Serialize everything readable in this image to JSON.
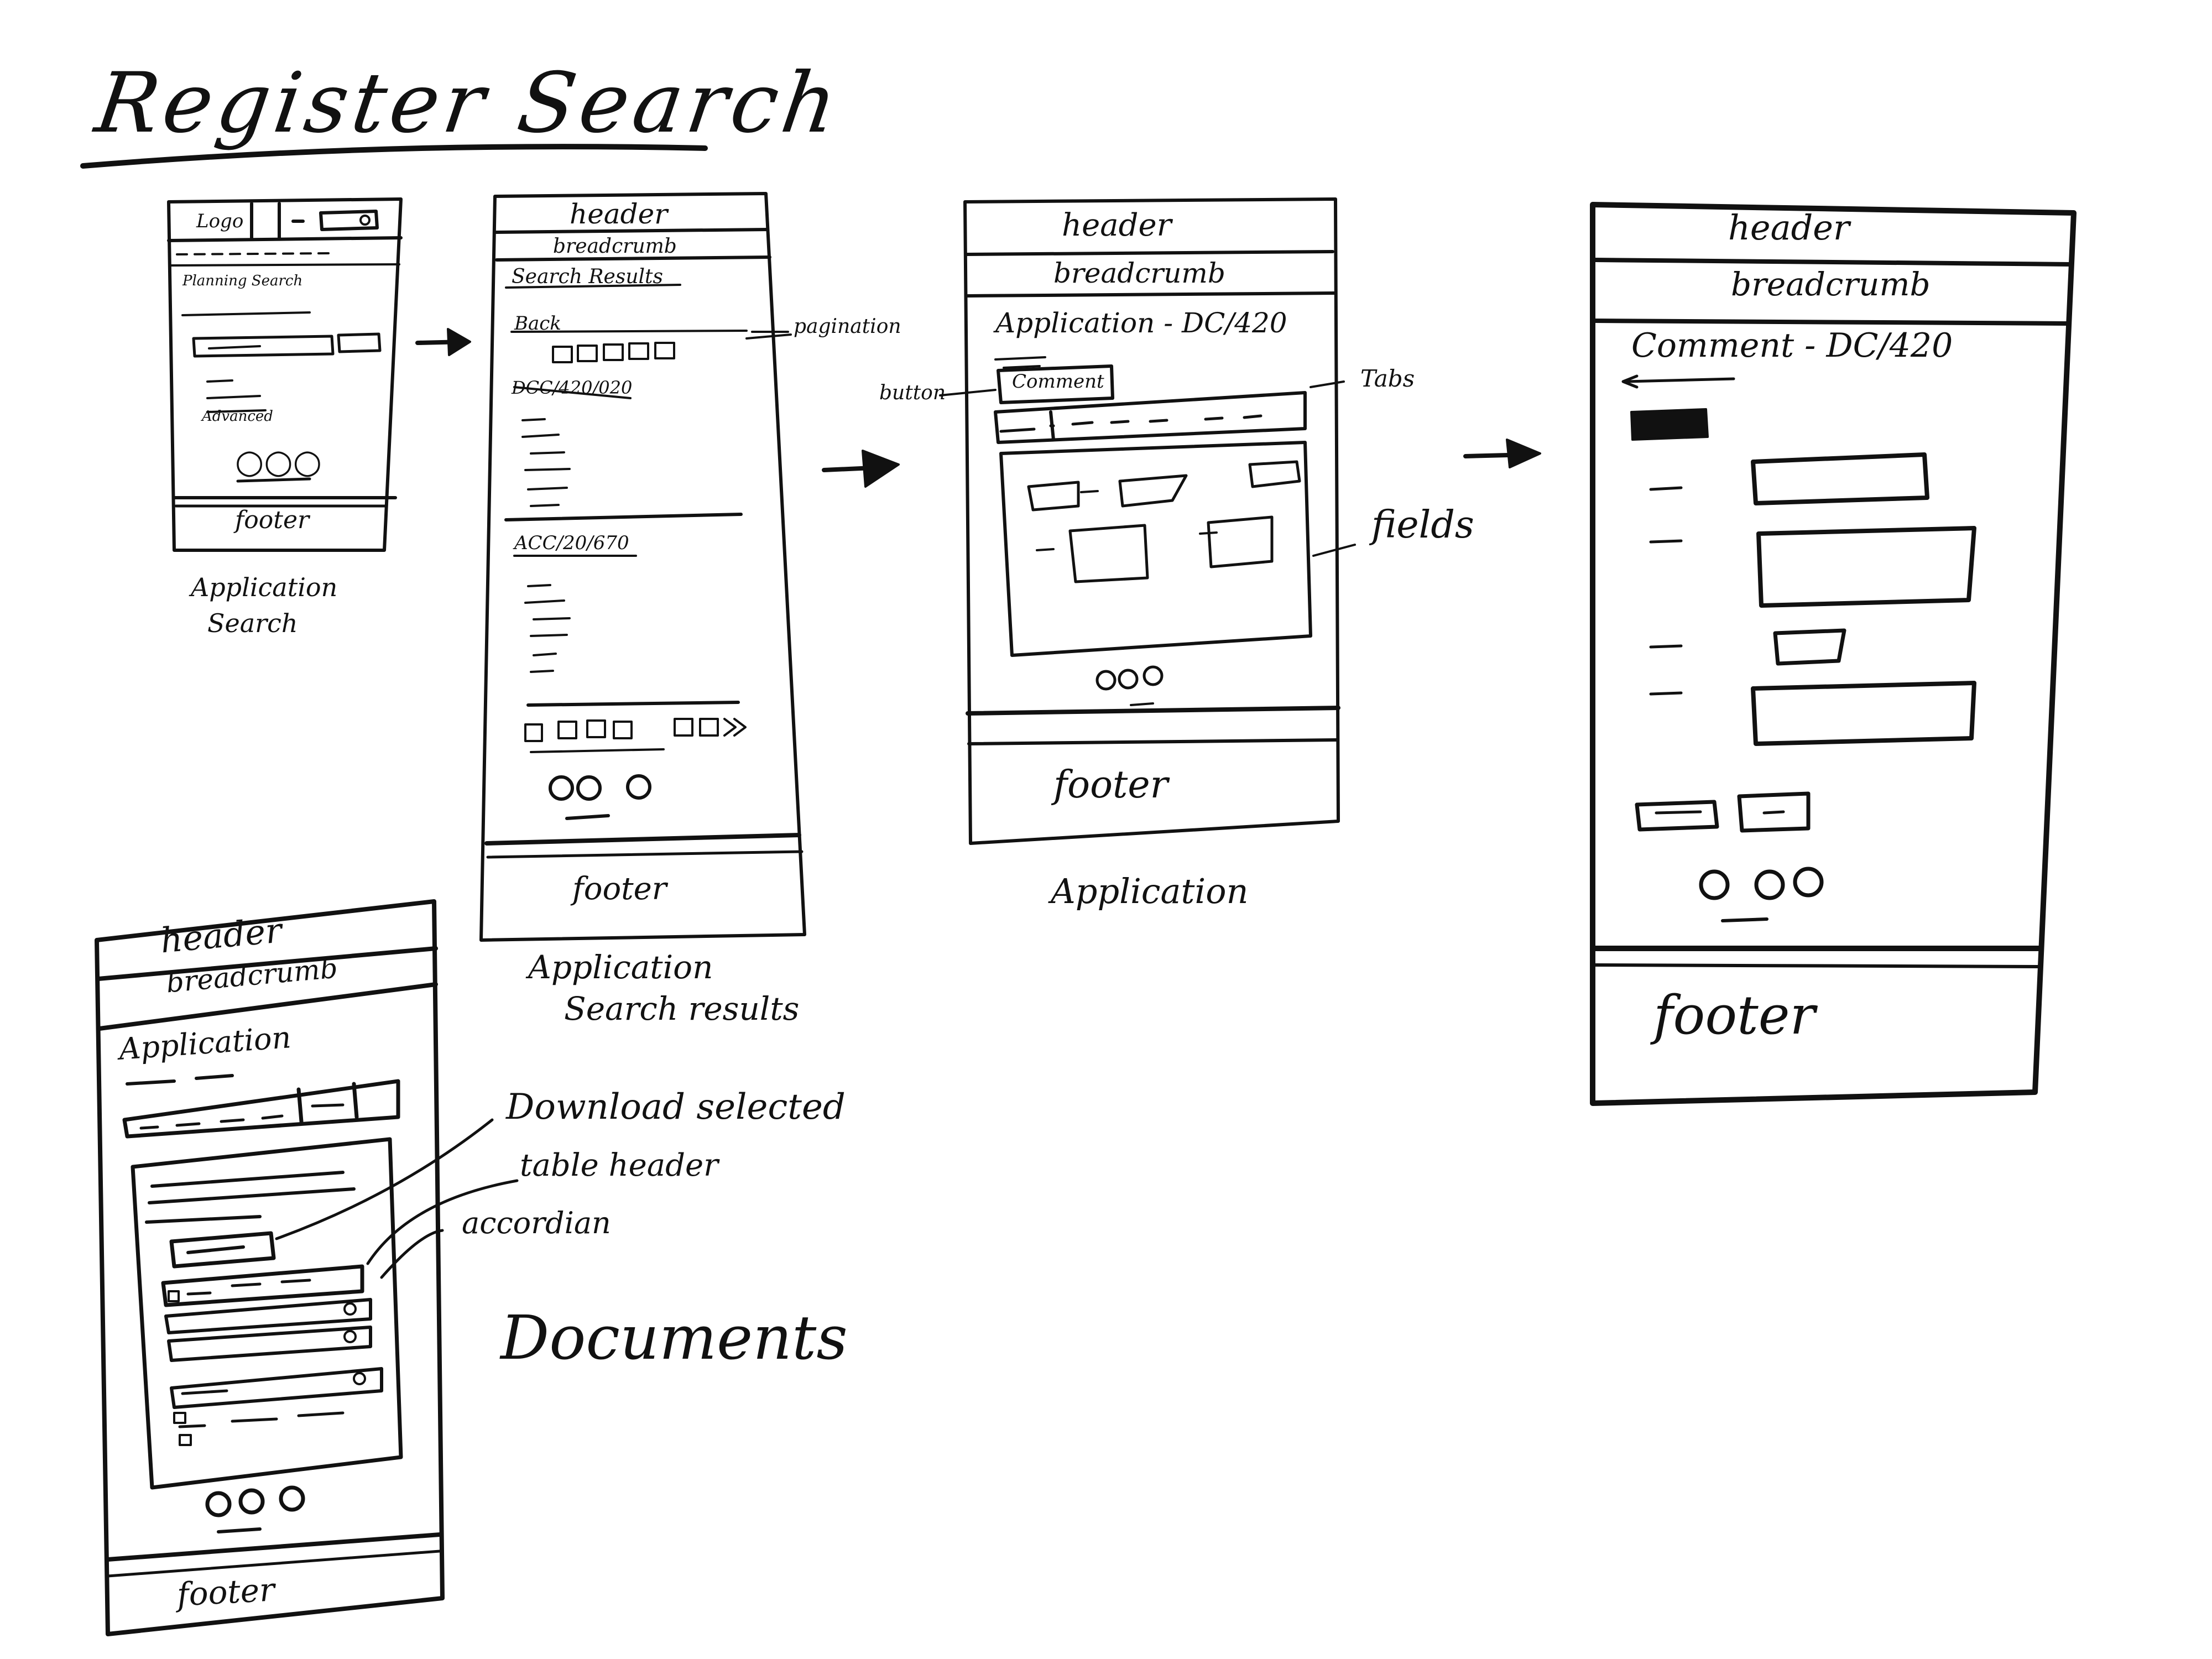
{
  "title": "Register Search",
  "screens": {
    "application_search": {
      "caption_line1": "Application",
      "caption_line2": "Search",
      "logo": "Logo",
      "heading": "Planning Search",
      "advanced": "Advanced",
      "footer": "footer"
    },
    "search_results": {
      "caption_line1": "Application",
      "caption_line2": "Search results",
      "header": "header",
      "breadcrumb": "breadcrumb",
      "heading": "Search Results",
      "back": "Back",
      "result_1": "DCC/420/020",
      "result_2": "ACC/20/670",
      "footer": "footer"
    },
    "application": {
      "caption": "Application",
      "header": "header",
      "breadcrumb": "breadcrumb",
      "heading": "Application - DC/420",
      "comment_button": "Comment",
      "footer": "footer"
    },
    "comment": {
      "header": "header",
      "breadcrumb": "breadcrumb",
      "heading": "Comment - DC/420",
      "footer": "footer"
    },
    "documents": {
      "caption": "Documents",
      "header": "header",
      "breadcrumb": "breadcrumb",
      "heading": "Application",
      "footer": "footer"
    }
  },
  "annotations": {
    "pagination": "pagination",
    "button": "button",
    "tabs": "Tabs",
    "fields": "fields",
    "download_selected": "Download selected",
    "table_header": "table header",
    "accordion": "accordian"
  }
}
